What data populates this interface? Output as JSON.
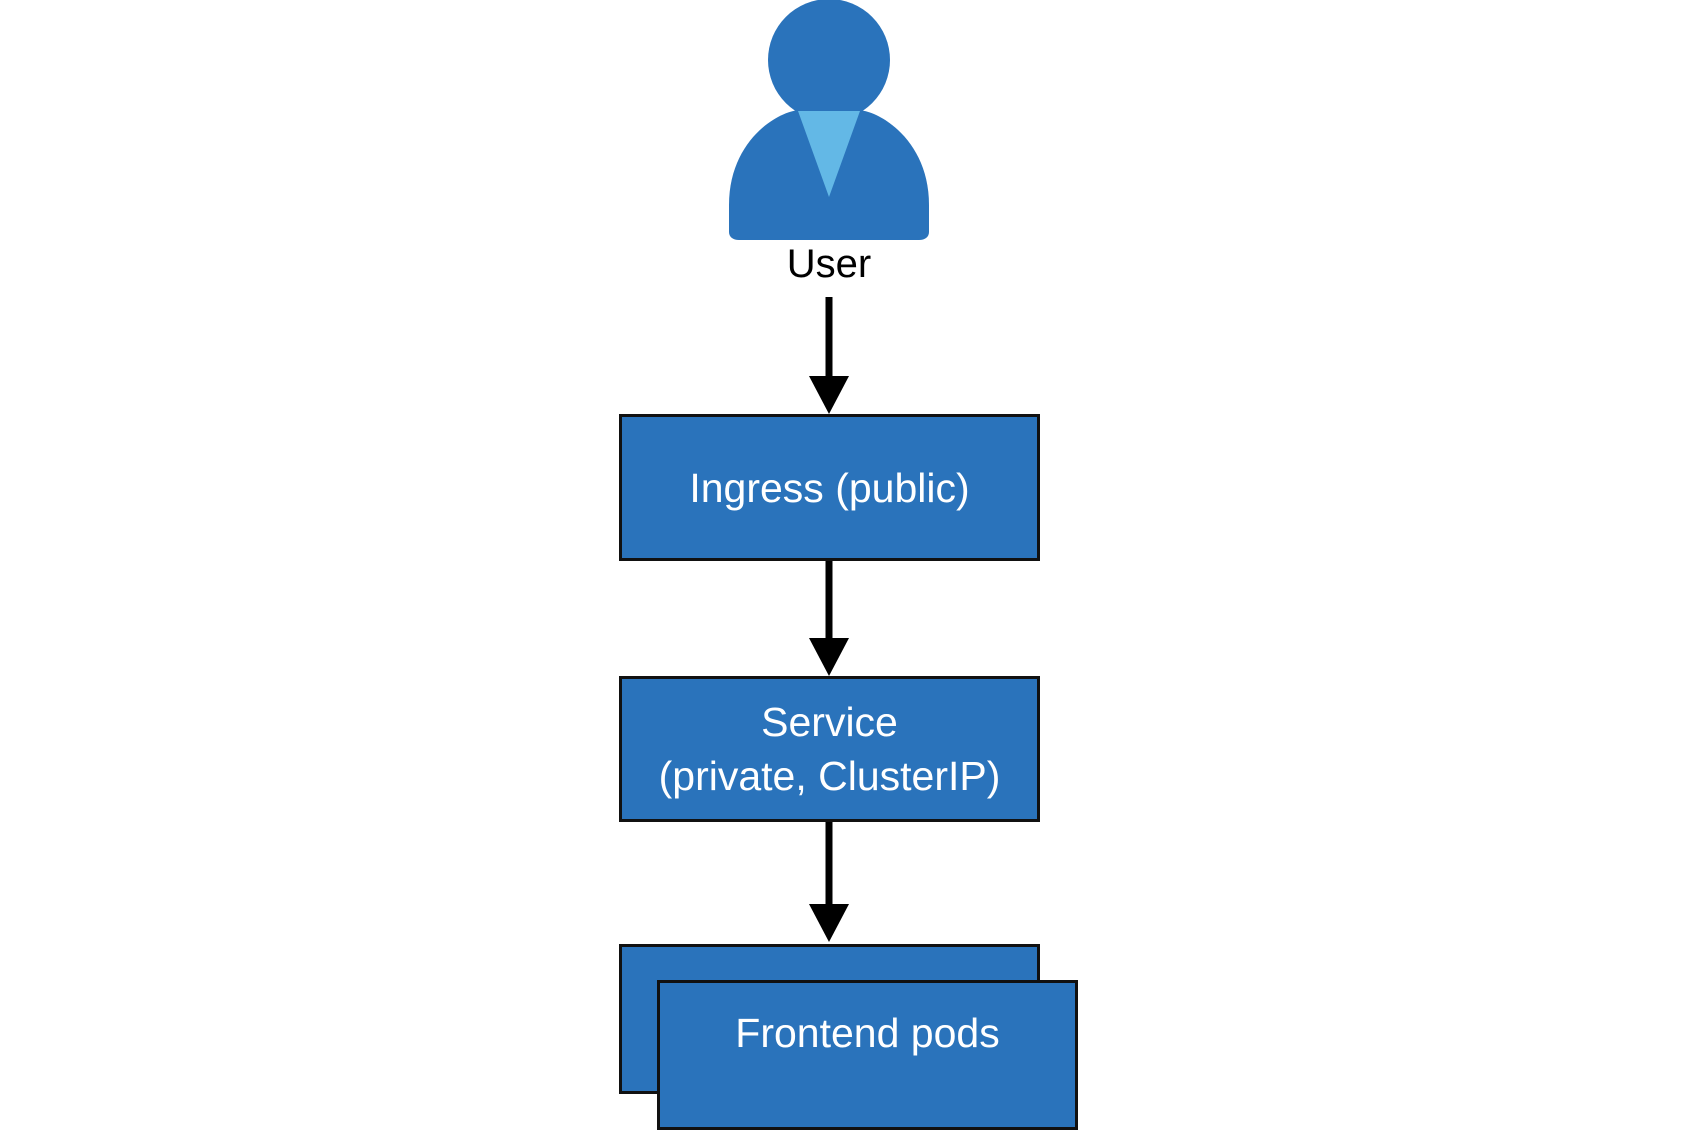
{
  "colors": {
    "box_fill": "#2a73bb",
    "user_icon_body": "#2a73bb",
    "user_icon_tie": "#63b8e6",
    "border": "#111111",
    "arrow": "#000000"
  },
  "nodes": {
    "user": {
      "icon": "user-icon",
      "label": "User"
    },
    "ingress": {
      "label": "Ingress (public)"
    },
    "service": {
      "line1": "Service",
      "line2": "(private, ClusterIP)"
    },
    "pods": {
      "label": "Frontend pods"
    }
  },
  "edges": [
    {
      "from": "user",
      "to": "ingress"
    },
    {
      "from": "ingress",
      "to": "service"
    },
    {
      "from": "service",
      "to": "pods"
    }
  ]
}
